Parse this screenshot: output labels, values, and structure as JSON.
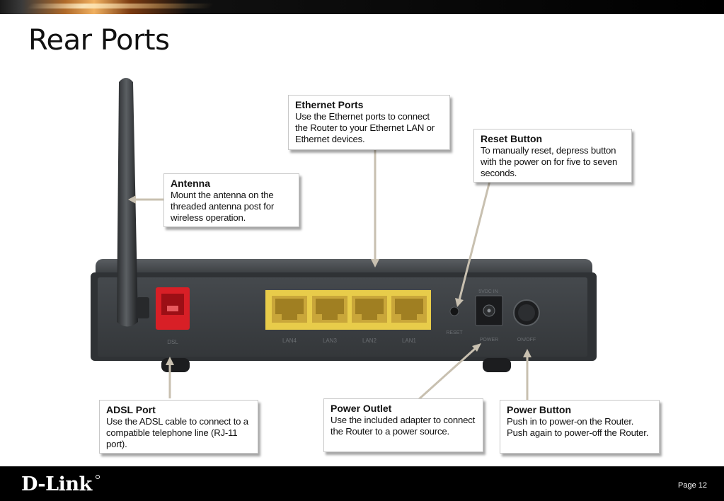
{
  "title": "Rear Ports",
  "footer": {
    "logo": "D-Link",
    "page": "Page 12"
  },
  "callouts": {
    "antenna": {
      "title": "Antenna",
      "desc": "Mount the antenna on the threaded antenna post for wireless operation."
    },
    "ethernet": {
      "title": "Ethernet Ports",
      "desc": "Use the Ethernet ports to connect the Router to your Ethernet LAN or Ethernet devices."
    },
    "reset": {
      "title": "Reset Button",
      "desc": "To manually reset, depress button with the power on for five to seven seconds."
    },
    "adsl": {
      "title": "ADSL Port",
      "desc": "Use the ADSL cable to connect to a compatible telephone line (RJ-11 port)."
    },
    "power_outlet": {
      "title": "Power Outlet",
      "desc": "Use the included adapter to connect the Router to a power source."
    },
    "power_button": {
      "title": "Power Button",
      "desc": "Push in to power-on the Router. Push again to power-off the Router."
    }
  },
  "router_labels": {
    "dsl": "DSL",
    "lan": [
      "LAN4",
      "LAN3",
      "LAN2",
      "LAN1"
    ],
    "reset": "RESET",
    "power": "POWER",
    "onoff": "ON/OFF",
    "dc": "5VDC IN"
  },
  "colors": {
    "router_body": "#3a3d40",
    "ethernet_block": "#e8cc4a",
    "adsl_port": "#d81f26",
    "leader_line": "#c8c0b0"
  }
}
